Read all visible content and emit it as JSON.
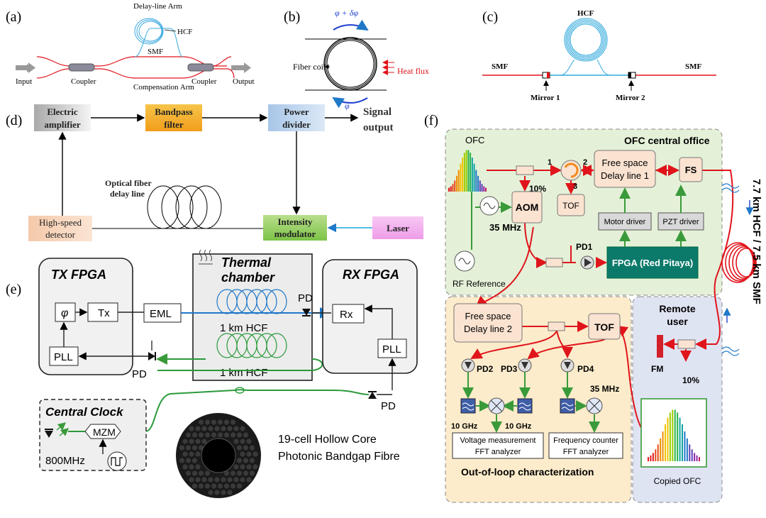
{
  "panel_labels": {
    "a": "(a)",
    "b": "(b)",
    "c": "(c)",
    "d": "(d)",
    "e": "(e)",
    "f": "(f)"
  },
  "a": {
    "delay_arm": "Delay-line Arm",
    "hcf": "HCF",
    "smf": "SMF",
    "compensation": "Compensation Arm",
    "coupler_left": "Coupler",
    "coupler_right": "Coupler",
    "input": "Input",
    "output": "Output"
  },
  "b": {
    "phi_top": "φ + δφ",
    "fiber_coil": "Fiber coil",
    "heat_flux": "Heat flux",
    "phi_bottom": "φ"
  },
  "c": {
    "hcf": "HCF",
    "smf_left": "SMF",
    "smf_right": "SMF",
    "mirror1": "Mirror 1",
    "mirror2": "Mirror 2"
  },
  "d": {
    "amp_l1": "Electric",
    "amp_l2": "amplifier",
    "bpf_l1": "Bandpass",
    "bpf_l2": "filter",
    "pd_l1": "Power",
    "pd_l2": "divider",
    "sig_l1": "Signal",
    "sig_l2": "output",
    "ofdl_l1": "Optical fiber",
    "ofdl_l2": "delay line",
    "det_l1": "High-speed",
    "det_l2": "detector",
    "mod_l1": "Intensity",
    "mod_l2": "modulator",
    "laser": "Laser"
  },
  "e": {
    "tx_fpga": "TX FPGA",
    "tx": "Tx",
    "phi": "φ",
    "pll_tx": "PLL",
    "eml": "EML",
    "thermal_l1": "Thermal",
    "thermal_l2": "chamber",
    "hcf1": "1 km HCF",
    "hcf2": "1 km HCF",
    "pd_top": "PD",
    "pd_left": "PD",
    "pd_bottom": "PD",
    "rx_fpga": "RX FPGA",
    "rx": "Rx",
    "pll_rx": "PLL",
    "clock": "Central Clock",
    "mzm": "MZM",
    "freq": "800MHz",
    "fibre_l1": "19-cell Hollow Core",
    "fibre_l2": "Photonic Bandgap Fibre"
  },
  "f": {
    "office": "OFC central office",
    "ofc": "OFC",
    "port1": "1",
    "port2": "2",
    "port3": "3",
    "pct10a": "10%",
    "fsdl1_l1": "Free space",
    "fsdl1_l2": "Delay line 1",
    "fs": "FS",
    "aom": "AOM",
    "tof1": "TOF",
    "mhz35a": "35 MHz",
    "motor": "Motor driver",
    "pzt": "PZT driver",
    "pd1": "PD1",
    "fpga": "FPGA (Red Pitaya)",
    "rfref": "RF Reference",
    "link": "7.7 km HCF / 7.5 km SMF",
    "remote_l1": "Remote",
    "remote_l2": "user",
    "fm": "FM",
    "pct10b": "10%",
    "copied": "Copied OFC",
    "fsdl2_l1": "Free space",
    "fsdl2_l2": "Delay line 2",
    "tof2": "TOF",
    "pd2": "PD2",
    "pd3": "PD3",
    "pd4": "PD4",
    "mhz35b": "35 MHz",
    "ghz10a": "10 GHz",
    "ghz10b": "10 GHz",
    "volt_l1": "Voltage measurement",
    "volt_l2": "FFT analyzer",
    "freqc_l1": "Frequency counter",
    "freqc_l2": "FFT analyzer",
    "ool": "Out-of-loop characterization"
  },
  "colors": {
    "red": "#e0141b",
    "blue": "#1f78c8",
    "green": "#3a9a3a",
    "hcf_cyan": "#33aadd"
  }
}
